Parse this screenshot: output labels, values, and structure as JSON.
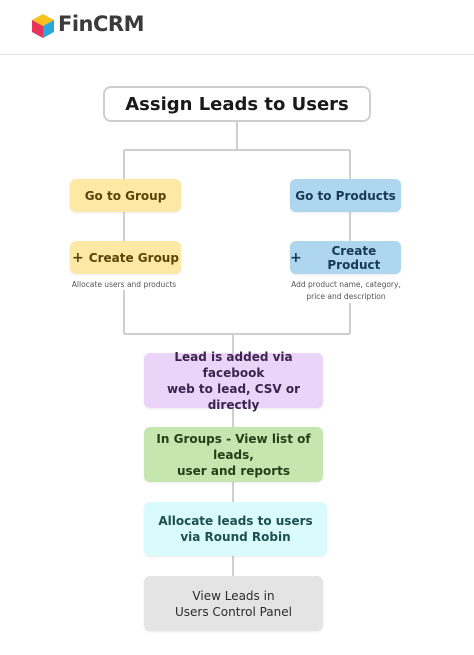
{
  "brand": {
    "name": "FinCRM"
  },
  "title": "Assign Leads to Users",
  "left_branch": {
    "top_label": "Go to Group",
    "action_label": "Create Group",
    "note": "Allocate users and products"
  },
  "right_branch": {
    "top_label": "Go to Products",
    "action_label": "Create Product",
    "note": "Add product name, category,\nprice and description"
  },
  "steps": [
    {
      "label": "Lead is added via facebook\nweb to lead, CSV or directly"
    },
    {
      "label": "In Groups - View list of leads,\nuser and reports"
    },
    {
      "label": "Allocate leads to users\nvia Round Robin"
    },
    {
      "label": "View Leads in\nUsers Control Panel"
    }
  ],
  "colors": {
    "connector": "#cfcfcf",
    "yellow_fill": "#fde8a6",
    "yellow_text": "#5a4306",
    "blue_fill": "#aed6ee",
    "blue_text": "#173a52",
    "purple_fill": "#ead4f7",
    "purple_text": "#3d2450",
    "green_fill": "#c6e6b0",
    "green_text": "#263f16",
    "cyan_fill": "#d9fbfb",
    "cyan_text": "#1d4f4f",
    "gray_fill": "#e4e4e4",
    "gray_text": "#2c2c2c"
  }
}
